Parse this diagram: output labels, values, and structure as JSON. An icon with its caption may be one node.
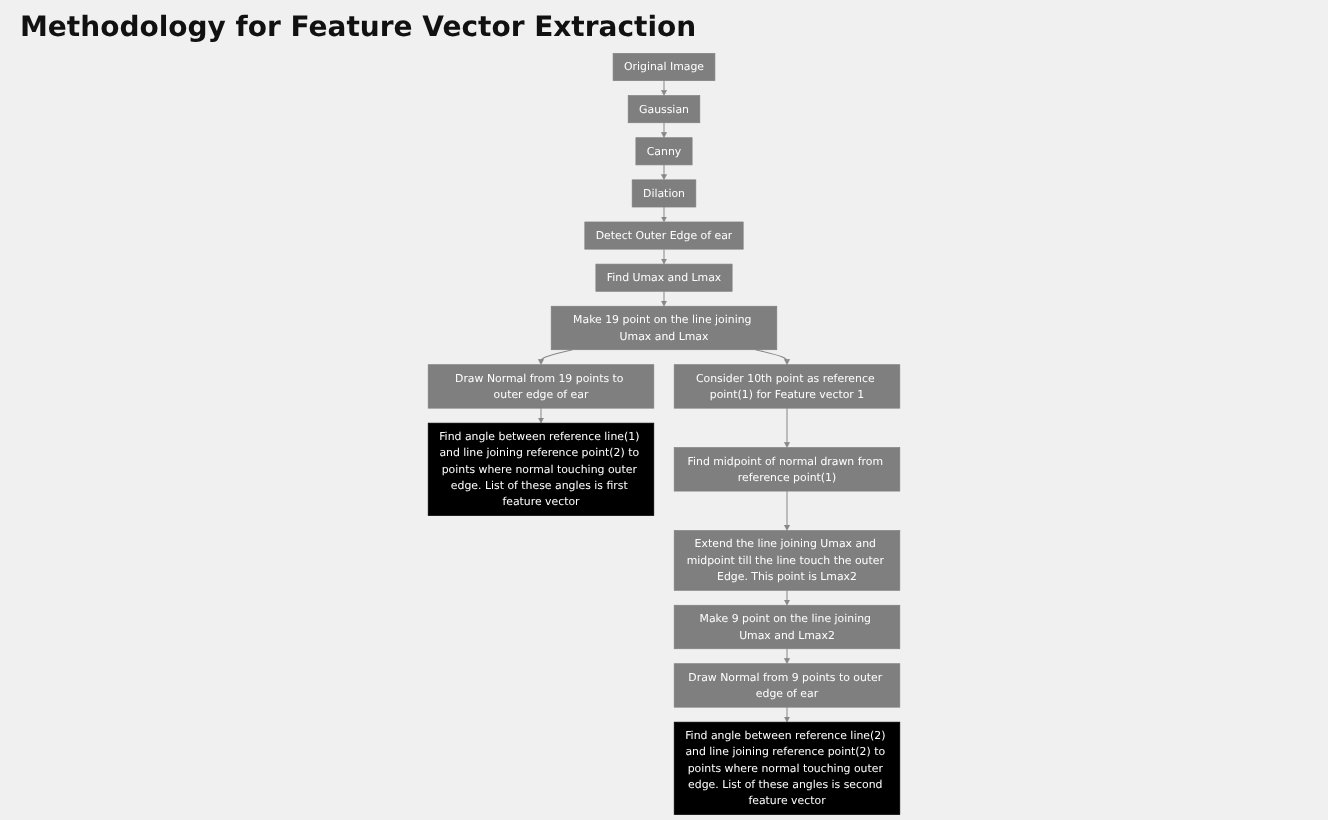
{
  "diagram": {
    "title": "Methodology for Feature Vector Extraction",
    "nodes": [
      {
        "text": [
          "Original Image"
        ]
      },
      {
        "text": [
          "Gaussian"
        ]
      },
      {
        "text": [
          "Canny"
        ]
      },
      {
        "text": [
          "Dilation"
        ]
      },
      {
        "text": [
          "Detect Outer Edge of ear"
        ]
      },
      {
        "text": [
          "Find Umax and Lmax"
        ]
      },
      {
        "text": [
          "Find angle between reference line(1) and line joining reference point(2) to points where normal touching outer edge. List of these angles is first feature vector"
        ]
      },
      {
        "text": [
          "Draw Normal from 19 points to outer edge of ear"
        ]
      },
      {
        "text": [
          "Make 19 point on the line joining Umax and Lmax"
        ]
      },
      {
        "text": [
          "Extend the line joining Umax and midpoint till the line touch the outer Edge. This point is Lmax2"
        ]
      },
      {
        "text": [
          "Find midpoint of normal drawn from reference point(1)"
        ]
      },
      {
        "text": [
          "Consider 10th point as reference point(1) for Feature vector 1"
        ]
      },
      {
        "text": [
          "Make 9 point on the line joining Umax and Lmax2"
        ]
      },
      {
        "text": [
          "Draw Normal from 9 points to outer edge of ear"
        ]
      },
      {
        "text": [
          "Find angle between reference line(2) and line joining reference point(2) to points where normal touching outer edge. List of these angles is second feature vector"
        ]
      }
    ],
    "edges": [
      {
        "from": 0,
        "to": 1,
        "arrow": "to"
      },
      {
        "from": 1,
        "to": 2,
        "arrow": "to"
      },
      {
        "from": 2,
        "to": 3,
        "arrow": "to"
      },
      {
        "from": 3,
        "to": 4,
        "arrow": "to"
      },
      {
        "from": 4,
        "to": 5,
        "arrow": "to"
      },
      {
        "from": 5,
        "to": 8,
        "arrow": "to"
      },
      {
        "from": 8,
        "to": 7,
        "arrow": "to"
      },
      {
        "from": 7,
        "to": 6,
        "arrow": "to"
      },
      {
        "from": 8,
        "to": 11,
        "arrow": "to"
      },
      {
        "from": 11,
        "to": 10,
        "arrow": "to"
      },
      {
        "from": 10,
        "to": 9,
        "arrow": "to"
      },
      {
        "from": 9,
        "to": 12,
        "arrow": "to"
      },
      {
        "from": 12,
        "to": 13,
        "arrow": "to"
      },
      {
        "from": 13,
        "to": 14,
        "arrow": "to"
      }
    ]
  }
}
